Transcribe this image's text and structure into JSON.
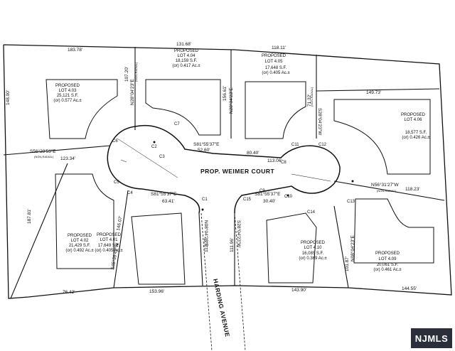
{
  "streets": {
    "court": "PROP. WEIMER COURT",
    "avenue": "HARDING AVENUE"
  },
  "lots": [
    {
      "id": "4.03",
      "l1": "PROPOSED",
      "l2": "LOT 4.03",
      "l3": "25,121 S.F.",
      "l4": "(or) 0.577 Ac.±"
    },
    {
      "id": "4.04",
      "l1": "PROPOSED",
      "l2": "LOT 4.04",
      "l3": "18,159 S.F.",
      "l4": "(or) 0.417 Ac.±"
    },
    {
      "id": "4.05",
      "l1": "PROPOSED",
      "l2": "LOT 4.05",
      "l3": "17,648 S.F.",
      "l4": "(or) 0.405 Ac.±"
    },
    {
      "id": "4.06",
      "l1": "PROPOSED",
      "l2": "LOT 4.06",
      "l3": "18,577 S.F.",
      "l4": "(or) 0.426 Ac.±"
    },
    {
      "id": "4.02",
      "l1": "PROPOSED",
      "l2": "LOT 4.02",
      "l3": "21,429 S.F.",
      "l4": "(or) 0.492 Ac.±"
    },
    {
      "id": "4.01",
      "l1": "PROPOSED",
      "l2": "LOT 4.01",
      "l3": "17,649 S.F.",
      "l4": "(or) 0.405 Ac.±"
    },
    {
      "id": "4.10",
      "l1": "PROPOSED",
      "l2": "LOT 4.10",
      "l3": "16,085 S.F.",
      "l4": "(or) 0.369 Ac.±"
    },
    {
      "id": "4.09",
      "l1": "PROPOSED",
      "l2": "LOT 4.09",
      "l3": "20,061 S.F.",
      "l4": "(or) 0.461 Ac.±"
    }
  ],
  "dimensions": {
    "d1": "183.78'",
    "d2": "131.68'",
    "d3": "118.11'",
    "d4": "149.73'",
    "d5": "148.00'",
    "d6": "107.20'",
    "d7": "156.61'",
    "d8": "71.32'",
    "d9": "123.34'",
    "d10": "52.60'",
    "d11": "80.40'",
    "d12": "113.06'",
    "d13": "63.41'",
    "d14": "30.40'",
    "d15": "118.23'",
    "d16": "187.81'",
    "d17": "146.07'",
    "d18": "112.77'",
    "d19": "111.96'",
    "d20": "101.87'",
    "d21": "76.42'",
    "d22": "153.96'",
    "d23": "143.90'",
    "d24": "144.55'"
  },
  "bearings": {
    "b1": "S56°29'53\"E",
    "b2": "S81°55'37\"E",
    "b3": "S81°55'37\"E",
    "b4": "S81°55'37\"E",
    "b5": "N56°31'27\"W",
    "b6": "N28°04'23\"E",
    "b7": "N28°04'23\"E",
    "b8": "S28°04'23\"W",
    "b9": "S45°39'42\"W",
    "b10": "N08°04'23\"E",
    "b11": "S28°04'23\"W",
    "b12": "N08°04'23\"E"
  },
  "notes": {
    "nonradial1": "(NON-RADIAL)",
    "nonradial2": "(NON-RADIAL)",
    "nonradial3": "(NON-RADIAL)",
    "nonradial4": "(NON-RADIAL)"
  },
  "curves": [
    "C1",
    "C2",
    "C3",
    "C4",
    "C5",
    "C6",
    "C7",
    "C8",
    "C9",
    "C10",
    "C11",
    "C12",
    "C13",
    "C14",
    "C15"
  ],
  "watermark": "NJMLS"
}
